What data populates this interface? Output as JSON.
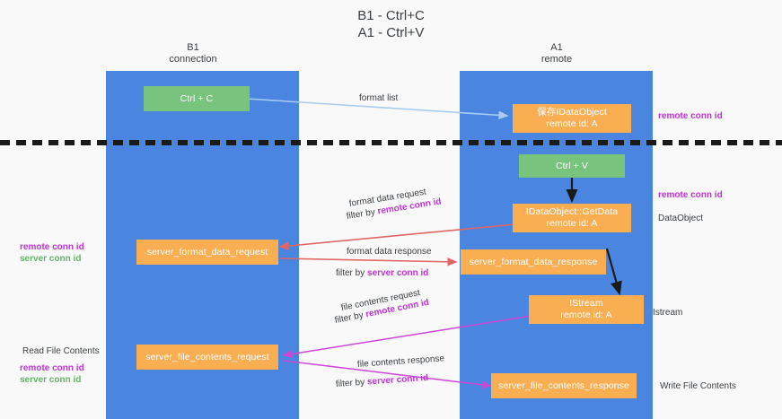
{
  "title": "B1 - Ctrl+C\nA1 - Ctrl+V",
  "colors": {
    "lane": "#4a86e0",
    "node_green": "#79c47d",
    "node_orange": "#f9ae52",
    "arrow_blue": "#a9cdf0",
    "arrow_red": "#e06666",
    "arrow_magenta": "#cc46d6",
    "arrow_black": "#1a1a1a",
    "text_magenta": "#c032d6",
    "text_green": "#5fb762",
    "background": "#f9f9f9"
  },
  "lanes": [
    {
      "id": "b1",
      "header": "B1\nconnection"
    },
    {
      "id": "a1",
      "header": "A1\nremote"
    }
  ],
  "nodes": {
    "ctrl_c": {
      "line1": "Ctrl + C",
      "line2": "",
      "kind": "green"
    },
    "save_idataobject": {
      "line1": "保存IDataObject",
      "line2": "remote id: A",
      "kind": "orange"
    },
    "ctrl_v": {
      "line1": "Ctrl + V",
      "line2": "",
      "kind": "green"
    },
    "idataobject_getdata": {
      "line1": "IDataObject::GetData",
      "line2": "remote id: A",
      "kind": "orange"
    },
    "server_format_data_request": {
      "line1": "server_format_data_request",
      "line2": "",
      "kind": "orange"
    },
    "server_format_data_response": {
      "line1": "server_format_data_response",
      "line2": "",
      "kind": "orange"
    },
    "istream": {
      "line1": "IStream",
      "line2": "remote id: A",
      "kind": "orange"
    },
    "server_file_contents_request": {
      "line1": "server_file_contents_request",
      "line2": "",
      "kind": "orange"
    },
    "server_file_contents_response": {
      "line1": "server_file_contents_response",
      "line2": "",
      "kind": "orange"
    }
  },
  "edge_labels": {
    "format_list": "format list",
    "format_data_request": "format data request",
    "format_data_request_filter_prefix": "filter by ",
    "format_data_request_filter_value": "remote conn id",
    "format_data_response": "format data response",
    "format_data_response_filter_prefix": "filter by ",
    "format_data_response_filter_value": "server conn id",
    "file_contents_request": "file contents request",
    "file_contents_request_filter_prefix": "filter by ",
    "file_contents_request_filter_value": "remote conn id",
    "file_contents_response": "file contents response",
    "file_contents_response_filter_prefix": "filter by ",
    "file_contents_response_filter_value": "server conn id"
  },
  "annotations": {
    "right_remote_conn_id_top": "remote conn id",
    "right_remote_conn_id_mid": "remote conn id",
    "right_dataobject": "DataObject",
    "right_istream": "Istream",
    "right_write_file_contents": "Write File Contents",
    "left_remote_conn_id_1": "remote conn id",
    "left_server_conn_id_1": "server conn id",
    "left_read_file_contents": "Read File Contents",
    "left_remote_conn_id_2": "remote conn id",
    "left_server_conn_id_2": "server conn id"
  }
}
